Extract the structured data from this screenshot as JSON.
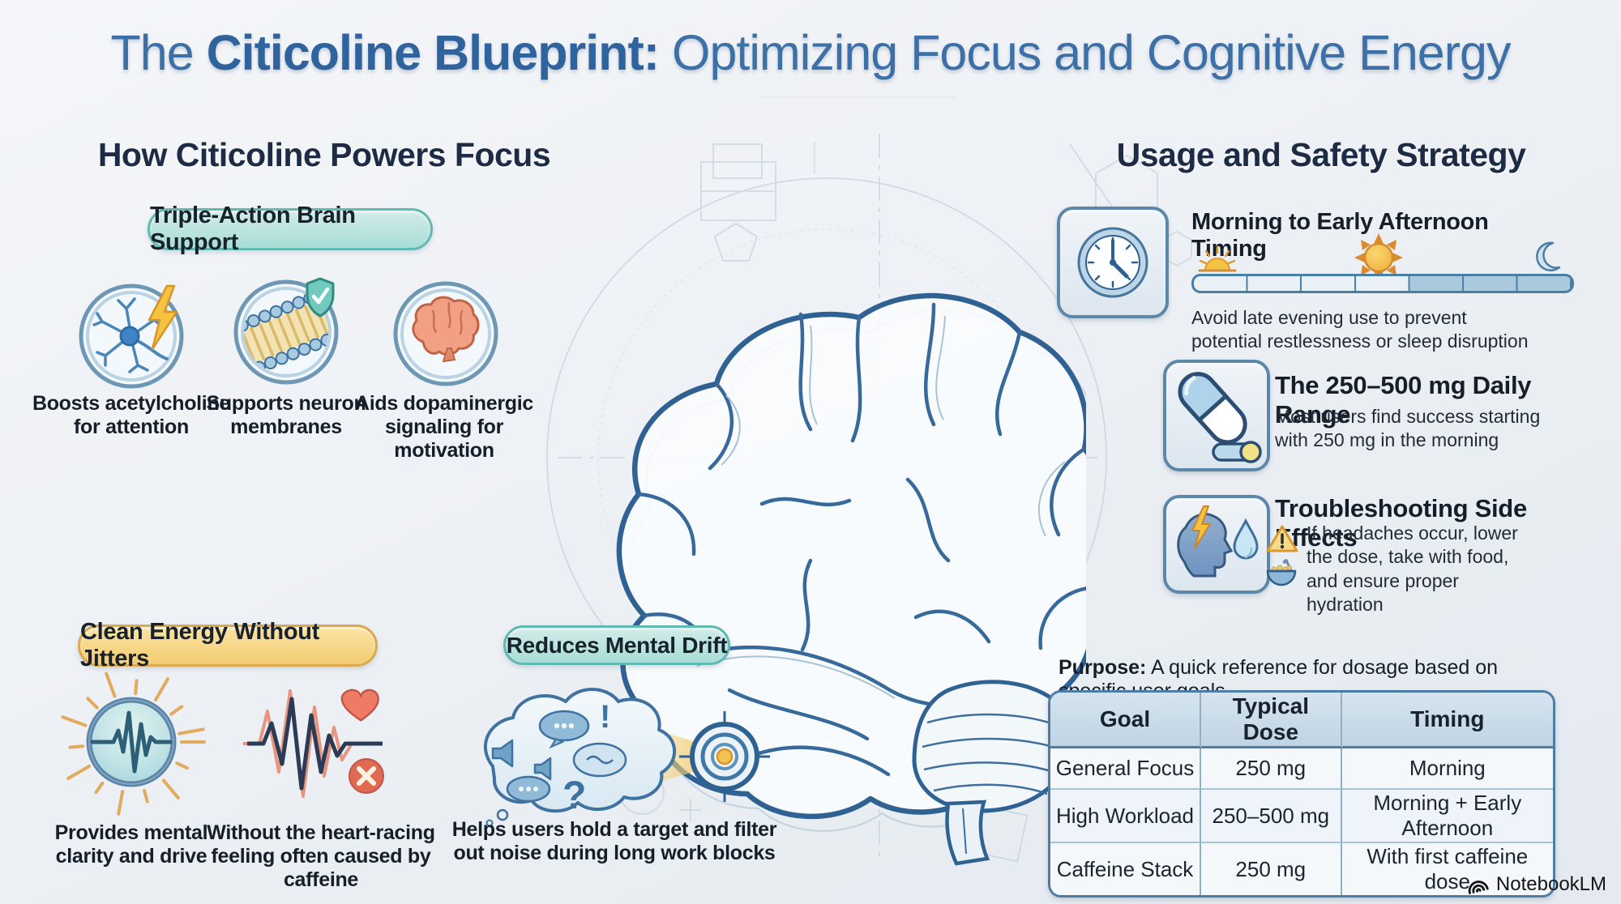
{
  "header": {
    "title_prefix": "The ",
    "title_strong": "Citicoline Blueprint:",
    "title_suffix": " Optimizing Focus and Cognitive Energy"
  },
  "left": {
    "heading": "How Citicoline Powers Focus",
    "triple": {
      "badge": "Triple-Action Brain Support",
      "items": [
        {
          "icon": "neuron-lightning-icon",
          "caption": "Boosts acetylcholine for attention"
        },
        {
          "icon": "membrane-shield-icon",
          "caption": "Supports neuron membranes"
        },
        {
          "icon": "brain-icon",
          "caption": "Aids dopaminergic signaling for motivation"
        }
      ]
    },
    "clean": {
      "badge": "Clean Energy Without Jitters",
      "items": [
        {
          "icon": "pulse-glow-icon",
          "caption": "Provides mental clarity and drive"
        },
        {
          "icon": "jitter-heartbeat-icon",
          "caption": "Without the heart-racing feeling often caused by caffeine"
        }
      ]
    },
    "drift": {
      "badge": "Reduces Mental Drift",
      "items": [
        {
          "icon": "thought-cloud-to-target-icon",
          "caption": "Helps users hold a target and filter out noise during long work blocks"
        }
      ]
    }
  },
  "right": {
    "heading": "Usage and Safety Strategy",
    "timing": {
      "icon": "clock-icon",
      "title": "Morning to Early Afternoon Timing",
      "timeline_icons": [
        "sunrise-icon",
        "sun-icon",
        "moon-icon"
      ],
      "body": "Avoid late evening use to prevent potential restlessness or sleep disruption"
    },
    "dose": {
      "icon": "capsule-icon",
      "title": "The 250–500 mg Daily Range",
      "body": "Most users find success starting with 250 mg in the morning"
    },
    "side_effects": {
      "icon": "head-lightning-drop-icon",
      "bullet_icons": [
        "warning-icon",
        "food-bowl-icon"
      ],
      "title": "Troubleshooting Side Effects",
      "body": "If headaches occur, lower the dose, take with food, and ensure proper hydration"
    },
    "purpose": {
      "label": "Purpose:",
      "text": "A quick reference for dosage based on specific user goals"
    },
    "table": {
      "headers": [
        "Goal",
        "Typical Dose",
        "Timing"
      ],
      "rows": [
        [
          "General Focus",
          "250 mg",
          "Morning"
        ],
        [
          "High Workload",
          "250–500 mg",
          "Morning + Early Afternoon"
        ],
        [
          "Caffeine Stack",
          "250 mg",
          "With first caffeine dose"
        ]
      ]
    }
  },
  "footer": {
    "brand": "NotebookLM"
  },
  "colors": {
    "title_blue": "#3c70a6",
    "heading_navy": "#1d2b45",
    "teal_badge": "#a9ddd7",
    "teal_border": "#62b9b2",
    "gold_badge": "#f3cc73",
    "gold_border": "#dca84e",
    "steel_blue": "#2f6292",
    "table_header": "#bfd4e4",
    "sun_gold": "#f6c445",
    "alert_red": "#e06b52"
  }
}
